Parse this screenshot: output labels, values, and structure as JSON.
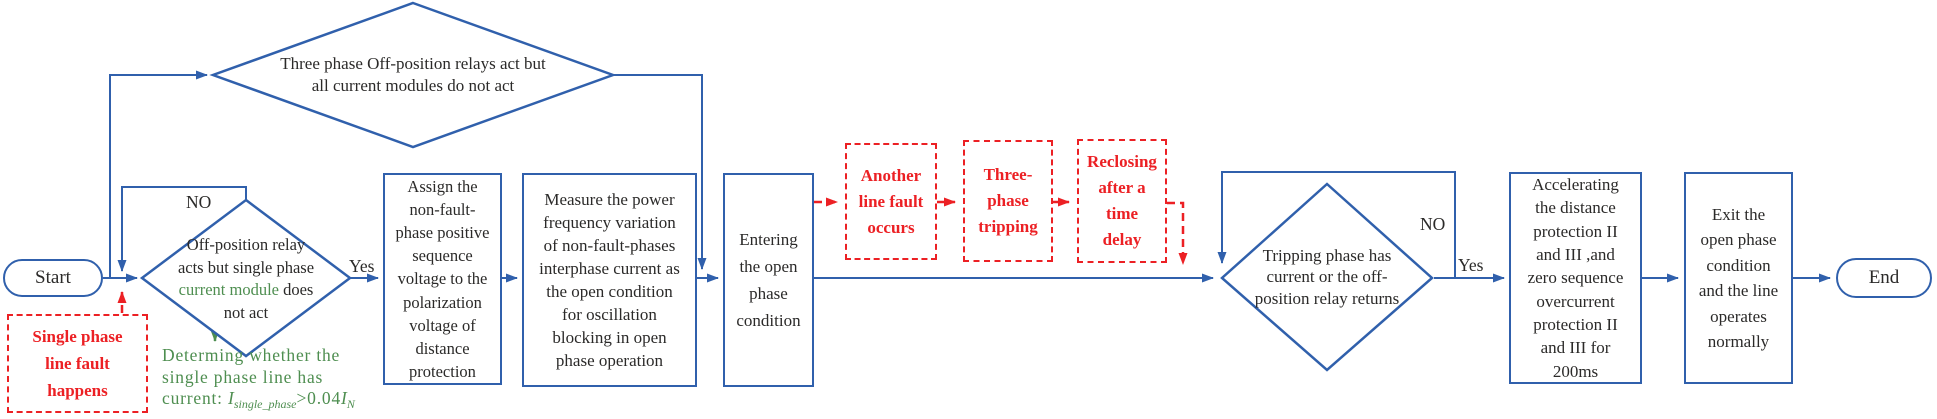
{
  "colors": {
    "blue": "#3060ac",
    "red": "#ec2024",
    "green": "#4e8e50",
    "text": "#2b2a29"
  },
  "nodes": {
    "start": {
      "label": "Start"
    },
    "end": {
      "label": "End"
    },
    "fault_note": {
      "label": "Single phase\nline fault\nhappens"
    },
    "diamond_top": {
      "label": "Three phase Off-position relays act but\nall current modules do not act"
    },
    "diamond_single": {
      "pre": "Off-position relay\nacts but single phase\n",
      "highlight": "current module",
      "post": " does\nnot act"
    },
    "assign": {
      "label": "Assign the\nnon-fault-\nphase positive\nsequence\nvoltage to the\npolarization\nvoltage of\ndistance\nprotection"
    },
    "measure": {
      "label": "Measure the power\nfrequency variation\nof non-fault-phases\ninterphase current as\nthe open condition\nfor oscillation\nblocking in open\nphase operation"
    },
    "entering": {
      "label": "Entering\nthe open\nphase\ncondition"
    },
    "another_fault": {
      "label": "Another\nline fault\noccurs"
    },
    "three_phase_tripping": {
      "label": "Three-\nphase\ntripping"
    },
    "reclosing": {
      "label": "Reclosing\nafter a\ntime\ndelay"
    },
    "diamond_tripping": {
      "label": "Tripping phase has\ncurrent or the off-\nposition relay returns"
    },
    "accelerating": {
      "label": "Accelerating\nthe distance\nprotection II\nand III ,and\nzero sequence\novercurrent\nprotection II\nand III for\n200ms"
    },
    "exit": {
      "label": "Exit the\nopen phase\ncondition\nand the line\noperates\nnormally"
    }
  },
  "green_note": {
    "pre": "Determing whether the\nsingle phase line has\ncurrent: ",
    "i1": "I",
    "sub1": "single_phase",
    "rel": ">0.04",
    "i2": "I",
    "sub2": "N"
  },
  "labels": {
    "no_single": "NO",
    "yes_single": "Yes",
    "no_tripping": "NO",
    "yes_tripping": "Yes"
  }
}
